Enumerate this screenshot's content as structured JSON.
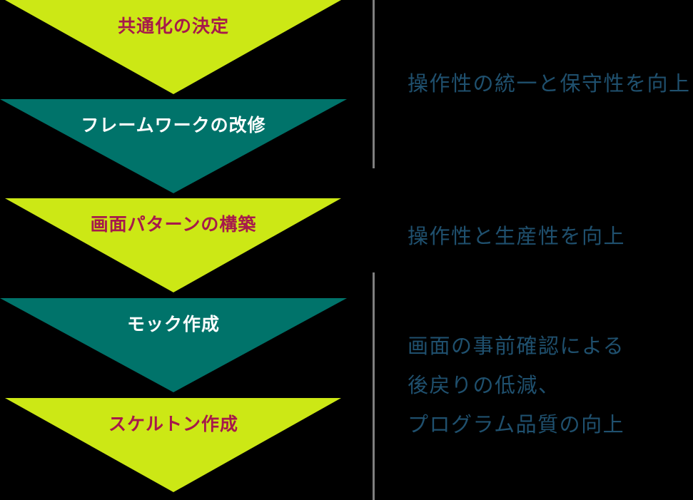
{
  "diagram": {
    "steps": [
      {
        "label": "共通化の決定",
        "fill": "#cce815",
        "text_color": "#a6194b"
      },
      {
        "label": "フレームワークの改修",
        "fill": "#00736a",
        "text_color": "#ffffff"
      },
      {
        "label": "画面パターンの構築",
        "fill": "#cce815",
        "text_color": "#a6194b"
      },
      {
        "label": "モック作成",
        "fill": "#00736a",
        "text_color": "#ffffff"
      },
      {
        "label": "スケルトン作成",
        "fill": "#cce815",
        "text_color": "#a6194b"
      }
    ],
    "annotations": [
      {
        "lines": [
          "操作性の統一と保守性を向上"
        ]
      },
      {
        "lines": [
          "操作性と生産性を向上"
        ]
      },
      {
        "lines": [
          "画面の事前確認による",
          "後戻りの低減、",
          "プログラム品質の向上"
        ]
      }
    ],
    "colors": {
      "background": "#000000",
      "step_yellow_green": "#cce815",
      "step_teal": "#00736a",
      "step_text_crimson": "#a6194b",
      "step_text_white": "#ffffff",
      "annotation_blue": "#1f506e",
      "divider_gray": "#7f7f7f"
    }
  }
}
